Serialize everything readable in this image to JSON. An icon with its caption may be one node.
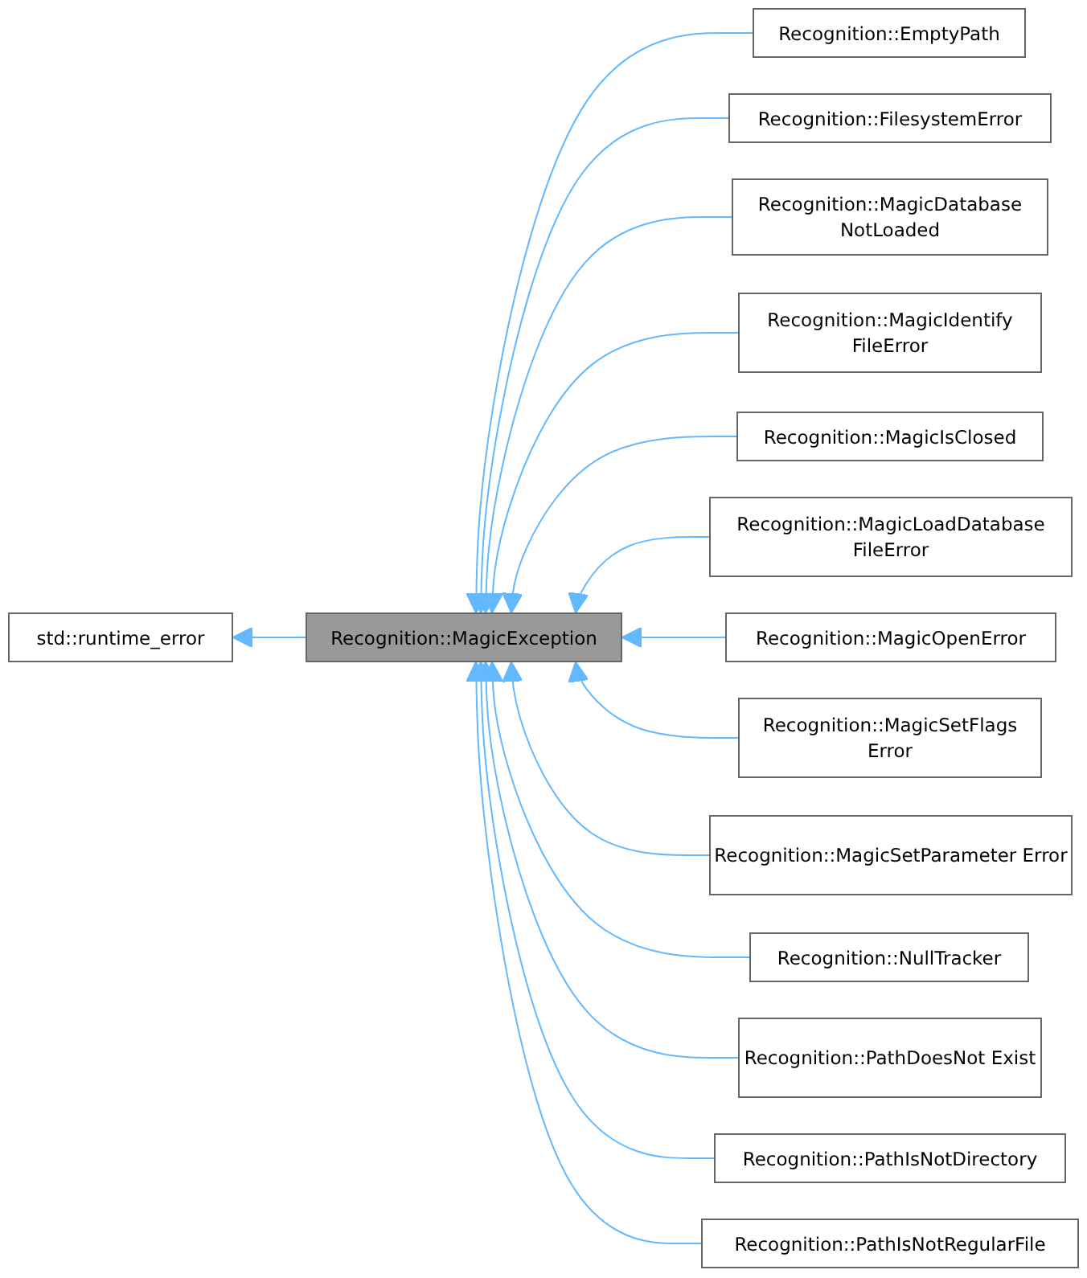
{
  "diagram": {
    "nodes": [
      {
        "text": [
          "std::runtime_error"
        ]
      },
      {
        "text": [
          "Recognition::MagicException"
        ]
      },
      {
        "text": [
          "Recognition::EmptyPath"
        ]
      },
      {
        "text": [
          "Recognition::FilesystemError"
        ]
      },
      {
        "text": [
          "Recognition::MagicDatabase NotLoaded"
        ]
      },
      {
        "text": [
          "Recognition::MagicIdentify FileError"
        ]
      },
      {
        "text": [
          "Recognition::MagicIsClosed"
        ]
      },
      {
        "text": [
          "Recognition::MagicLoadDatabase FileError"
        ]
      },
      {
        "text": [
          "Recognition::MagicOpenError"
        ]
      },
      {
        "text": [
          "Recognition::MagicSetFlags Error"
        ]
      },
      {
        "text": [
          "Recognition::MagicSetParameter Error"
        ]
      },
      {
        "text": [
          "Recognition::NullTracker"
        ]
      },
      {
        "text": [
          "Recognition::PathDoesNot Exist"
        ]
      },
      {
        "text": [
          "Recognition::PathIsNotDirectory"
        ]
      },
      {
        "text": [
          "Recognition::PathIsNotRegularFile"
        ]
      }
    ],
    "edges": [
      {
        "from": 1,
        "to": 0,
        "arrow": "to"
      },
      {
        "from": 2,
        "to": 1,
        "arrow": "to"
      },
      {
        "from": 3,
        "to": 1,
        "arrow": "to"
      },
      {
        "from": 4,
        "to": 1,
        "arrow": "to"
      },
      {
        "from": 5,
        "to": 1,
        "arrow": "to"
      },
      {
        "from": 6,
        "to": 1,
        "arrow": "to"
      },
      {
        "from": 7,
        "to": 1,
        "arrow": "to"
      },
      {
        "from": 8,
        "to": 1,
        "arrow": "to"
      },
      {
        "from": 9,
        "to": 1,
        "arrow": "to"
      },
      {
        "from": 10,
        "to": 1,
        "arrow": "to"
      },
      {
        "from": 11,
        "to": 1,
        "arrow": "to"
      },
      {
        "from": 12,
        "to": 1,
        "arrow": "to"
      },
      {
        "from": 13,
        "to": 1,
        "arrow": "to"
      },
      {
        "from": 14,
        "to": 1,
        "arrow": "to"
      }
    ]
  }
}
